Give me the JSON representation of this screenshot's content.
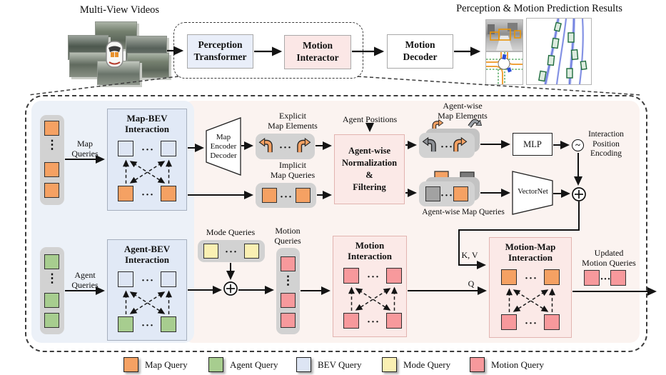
{
  "glyphs": {
    "hdots": "···",
    "vdots": "⋮"
  },
  "colors": {
    "map": "#F5A163",
    "agent": "#A7CD8F",
    "bev": "#DDE5F4",
    "mode": "#FAF0B3",
    "motion": "#F7999C",
    "gray": "#A2A2A2",
    "dark_gray": "#7A7A7A"
  },
  "top": {
    "input_label": "Multi-View Videos",
    "results_label": "Perception & Motion Prediction Results",
    "perception_transformer": "Perception\nTransformer",
    "motion_interactor": "Motion\nInteractor",
    "motion_decoder": "Motion\nDecoder"
  },
  "map_branch": {
    "map_queries": "Map\nQueries",
    "map_bev": "Map-BEV\nInteraction",
    "map_encoder_decoder": "Map\nEncoder\nDecoder",
    "explicit": "Explicit\nMap Elements",
    "implicit": "Implicit\nMap Queries",
    "agent_positions": "Agent Positions",
    "normalization": "Agent-wise\nNormalization\n&\nFiltering",
    "agentwise_elements": "Agent-wise\nMap Elements",
    "agentwise_queries": "Agent-wise Map Queries",
    "mlp": "MLP",
    "vectornet": "VectorNet",
    "tilde": "~",
    "interaction_pos_enc": "Interaction\nPosition\nEncoding"
  },
  "motion_branch": {
    "agent_queries": "Agent\nQueries",
    "agent_bev": "Agent-BEV\nInteraction",
    "mode_queries": "Mode Queries",
    "motion_queries": "Motion\nQueries",
    "motion_interaction": "Motion\nInteraction",
    "kv": "K, V",
    "q": "Q",
    "motion_map": "Motion-Map\nInteraction",
    "updated": "Updated\nMotion Queries"
  },
  "legend": {
    "items": [
      {
        "label": "Map Query"
      },
      {
        "label": "Agent Query"
      },
      {
        "label": "BEV Query"
      },
      {
        "label": "Mode Query"
      },
      {
        "label": "Motion Query"
      }
    ]
  }
}
